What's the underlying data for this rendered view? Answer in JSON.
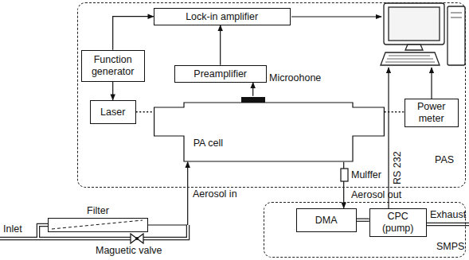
{
  "diagram": {
    "nodes": [
      {
        "text": [
          "PAS"
        ]
      },
      {
        "text": [
          "Lock-in amplifier"
        ],
        "in": 0
      },
      {
        "text": [
          "Function generator"
        ],
        "in": 0
      },
      {
        "text": [
          "Preamplifier"
        ],
        "in": 0
      },
      {
        "text": [
          "Laser"
        ],
        "in": 0
      },
      {
        "text": [
          "PA cell"
        ],
        "in": 0
      },
      {
        "text": [
          "Power meter"
        ],
        "in": 0
      },
      {
        "text": [
          "Filter"
        ]
      },
      {
        "text": [
          "SMPS"
        ]
      },
      {
        "text": [
          "DMA"
        ],
        "in": 8
      },
      {
        "text": [
          "CPC (pump)"
        ],
        "in": 8
      }
    ],
    "edges": [
      {
        "from": 2,
        "to": 1,
        "arrow": "to"
      },
      {
        "from": 2,
        "to": 4,
        "arrow": "to"
      },
      {
        "from": 3,
        "to": 1,
        "arrow": "to"
      },
      {
        "from": 5,
        "to": 3,
        "arrow": "to"
      },
      {
        "from": 4,
        "to": 5,
        "arrow": "none"
      },
      {
        "from": 5,
        "to": 6,
        "arrow": "none"
      },
      {
        "from": 7,
        "to": 5,
        "arrow": "to"
      },
      {
        "from": 5,
        "to": 9,
        "arrow": "to"
      },
      {
        "from": 9,
        "to": 10,
        "arrow": "none"
      }
    ],
    "labels": [
      "Microohone",
      "Mulffer",
      "Aerosol in",
      "Aerosol out",
      "Inlet",
      "Maguetic valve",
      "RS 232",
      "Exhaust"
    ]
  }
}
